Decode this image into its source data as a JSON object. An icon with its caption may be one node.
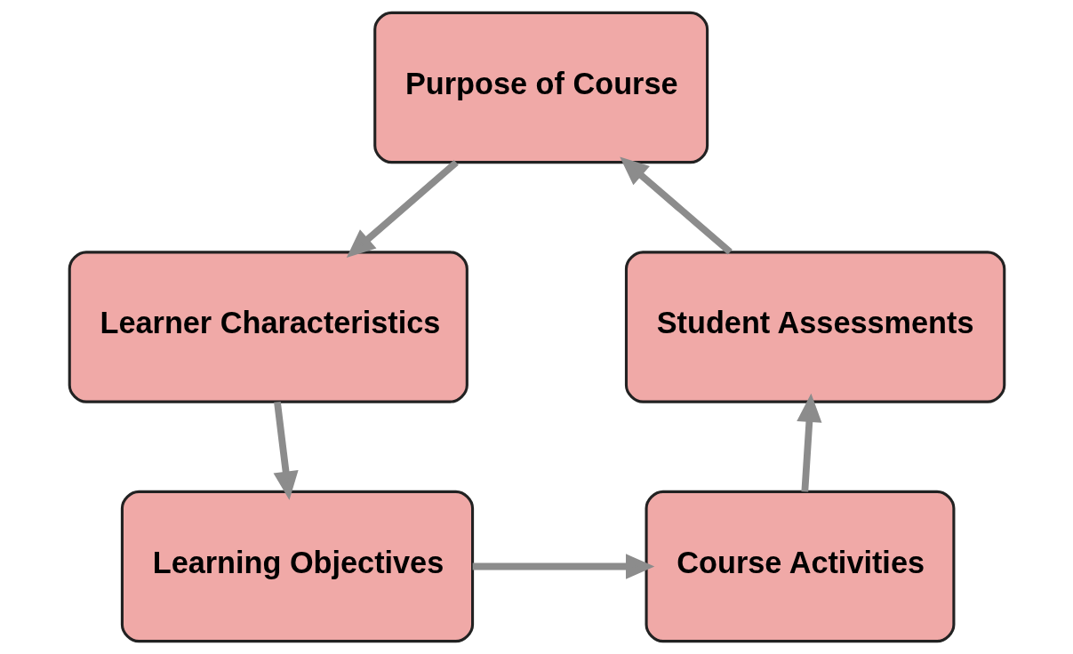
{
  "diagram": {
    "nodes": [
      {
        "text": [
          "Purpose of Course"
        ]
      },
      {
        "text": [
          "Learner Characteristics"
        ]
      },
      {
        "text": [
          "Learning Objectives"
        ]
      },
      {
        "text": [
          "Course Activities"
        ]
      },
      {
        "text": [
          "Student Assessments"
        ]
      }
    ],
    "edges": [
      {
        "from": 0,
        "to": 1,
        "arrow": "to"
      },
      {
        "from": 1,
        "to": 2,
        "arrow": "to"
      },
      {
        "from": 2,
        "to": 3,
        "arrow": "to"
      },
      {
        "from": 3,
        "to": 4,
        "arrow": "to"
      },
      {
        "from": 4,
        "to": 0,
        "arrow": "to"
      }
    ]
  }
}
